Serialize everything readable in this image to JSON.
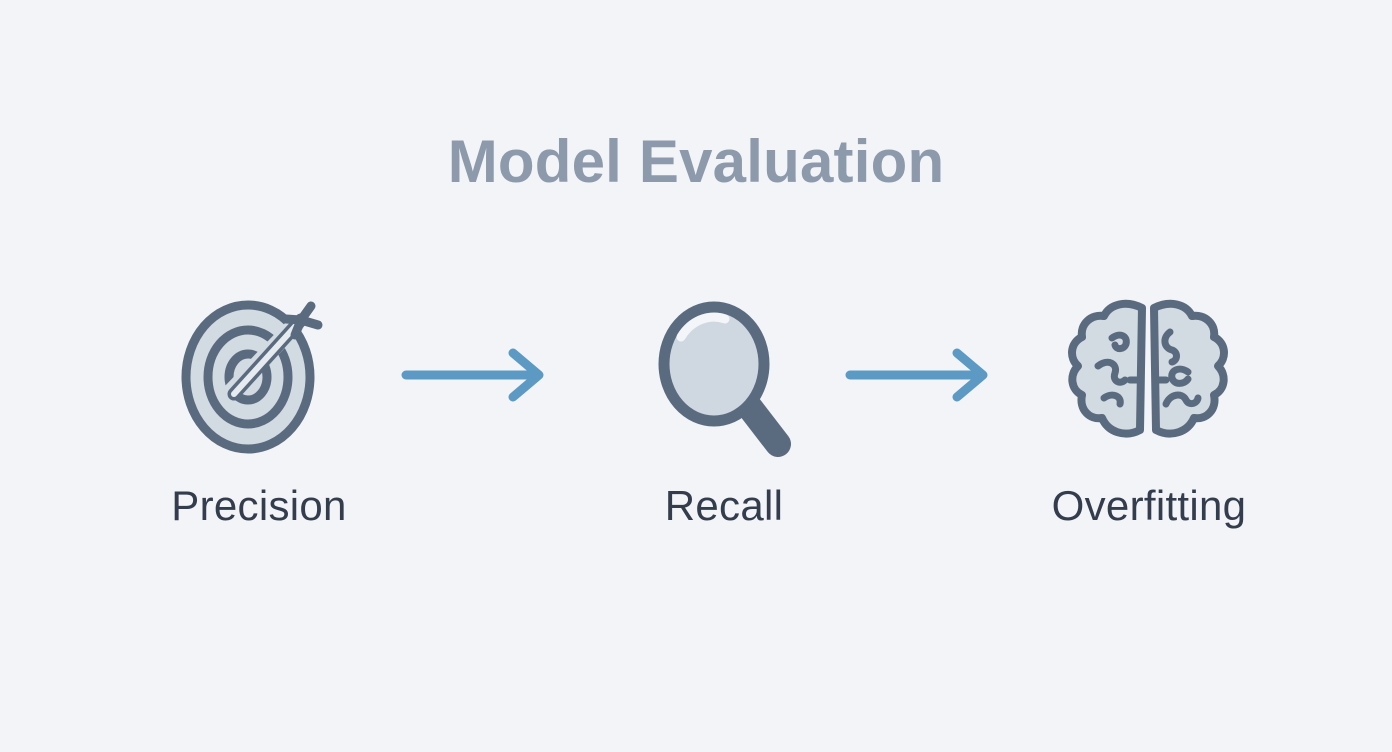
{
  "page": {
    "title": "Model Evaluation",
    "background_color": "#f2f4f7",
    "title_color": "#8d9aab",
    "label_color": "#333d4d",
    "icon_outline_color": "#5a6b80",
    "icon_fill_color": "#d2dae2",
    "icon_highlight_color": "#eef2f5",
    "arrow_color": "#5c9ac4"
  },
  "diagram_data": {
    "type": "flow",
    "direction": "left-to-right",
    "title": "Model Evaluation",
    "steps": [
      {
        "label": "Precision",
        "icon": "target-arrow-icon"
      },
      {
        "label": "Recall",
        "icon": "magnifying-glass-icon"
      },
      {
        "label": "Overfitting",
        "icon": "brain-icon"
      }
    ],
    "connectors": [
      {
        "from": "Precision",
        "to": "Recall",
        "icon": "arrow-right-icon"
      },
      {
        "from": "Recall",
        "to": "Overfitting",
        "icon": "arrow-right-icon"
      }
    ]
  }
}
